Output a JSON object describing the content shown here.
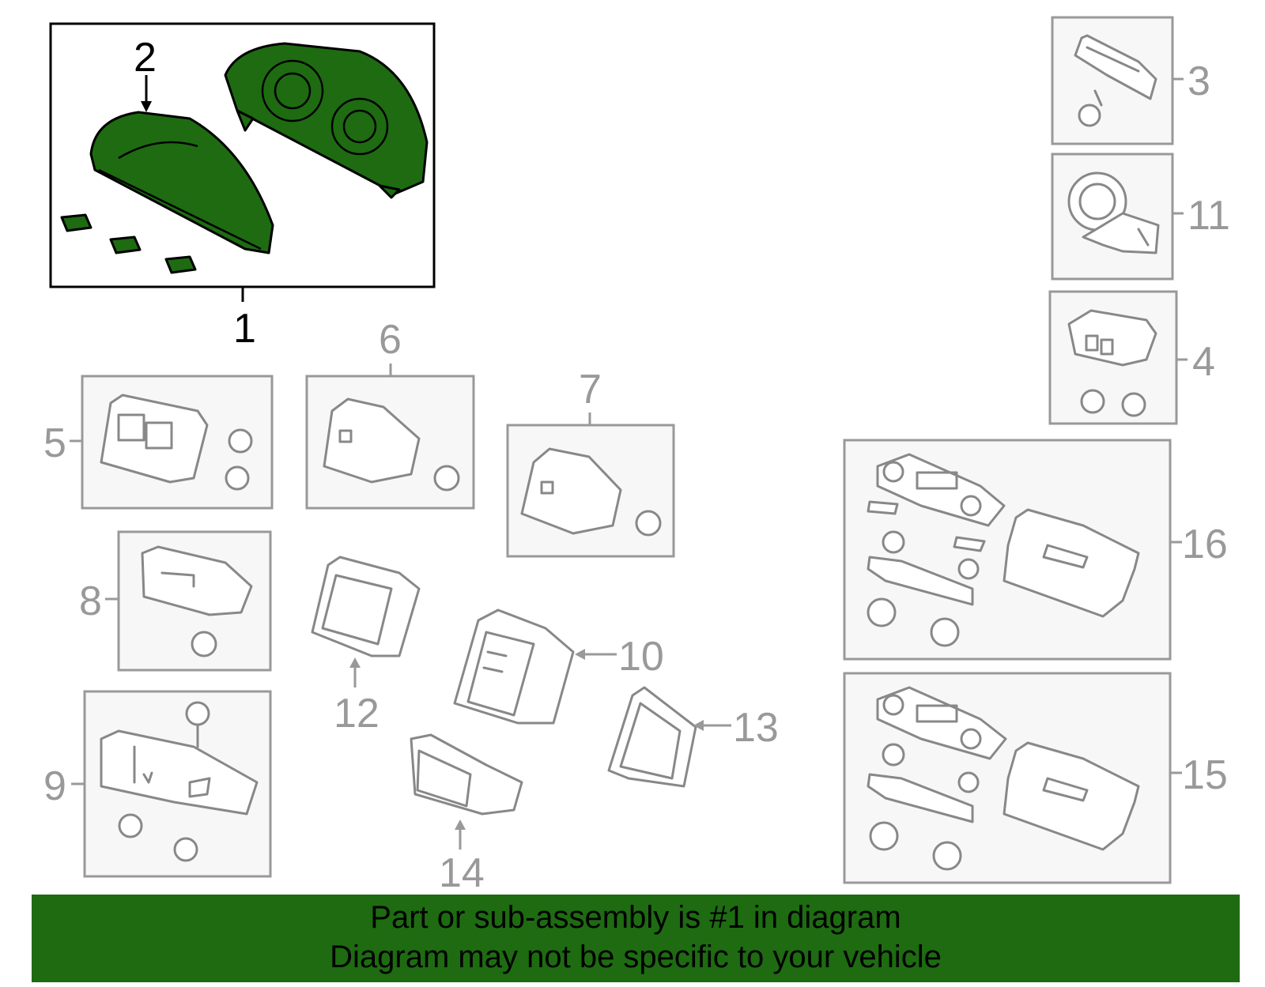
{
  "callouts": {
    "c1": "1",
    "c2": "2",
    "c3": "3",
    "c4": "4",
    "c5": "5",
    "c6": "6",
    "c7": "7",
    "c8": "8",
    "c9": "9",
    "c10": "10",
    "c11": "11",
    "c12": "12",
    "c13": "13",
    "c14": "14",
    "c15": "15",
    "c16": "16"
  },
  "footer": {
    "line1": "Part or sub-assembly is #1 in diagram",
    "line2": "Diagram may not be specific to your vehicle"
  },
  "colors": {
    "highlight": "#1e6b12",
    "part_outline": "#888888",
    "box_fill": "#f7f7f7"
  }
}
